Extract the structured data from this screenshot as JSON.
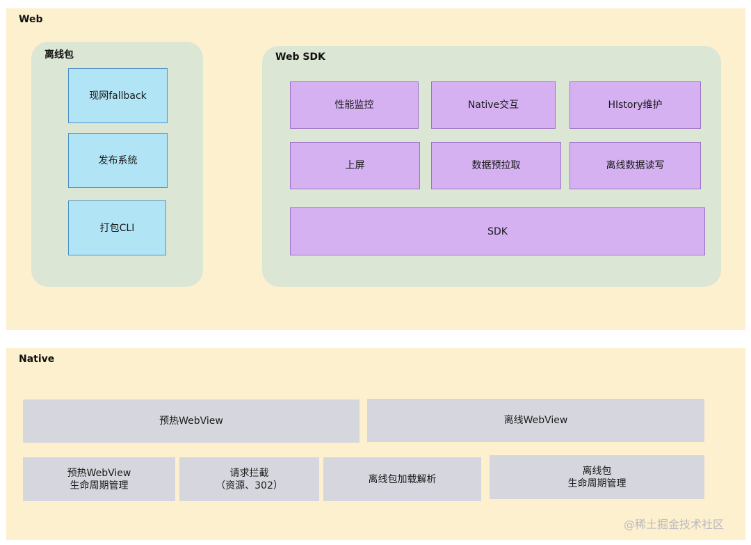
{
  "web": {
    "title": "Web",
    "offline_group": {
      "title": "离线包",
      "items": [
        "现网fallback",
        "发布系统",
        "打包CLI"
      ]
    },
    "sdk_group": {
      "title": "Web SDK",
      "row1": [
        "性能监控",
        "Native交互",
        "HIstory维护"
      ],
      "row2": [
        "上屏",
        "数据预拉取",
        "离线数据读写"
      ],
      "base": "SDK"
    }
  },
  "native": {
    "title": "Native",
    "row1": [
      "预热WebView",
      "离线WebView"
    ],
    "row2": [
      "预热WebView\n生命周期管理",
      "请求拦截\n（资源、302）",
      "离线包加载解析",
      "离线包\n生命周期管理"
    ]
  },
  "watermark": "@稀土掘金技术社区",
  "colors": {
    "layer_bg": "#fdf0cf",
    "group_bg": "#dce6d4",
    "blue_box": "#b1e4f5",
    "purple_box": "#d5b1f1",
    "gray_box": "#d6d6de"
  }
}
